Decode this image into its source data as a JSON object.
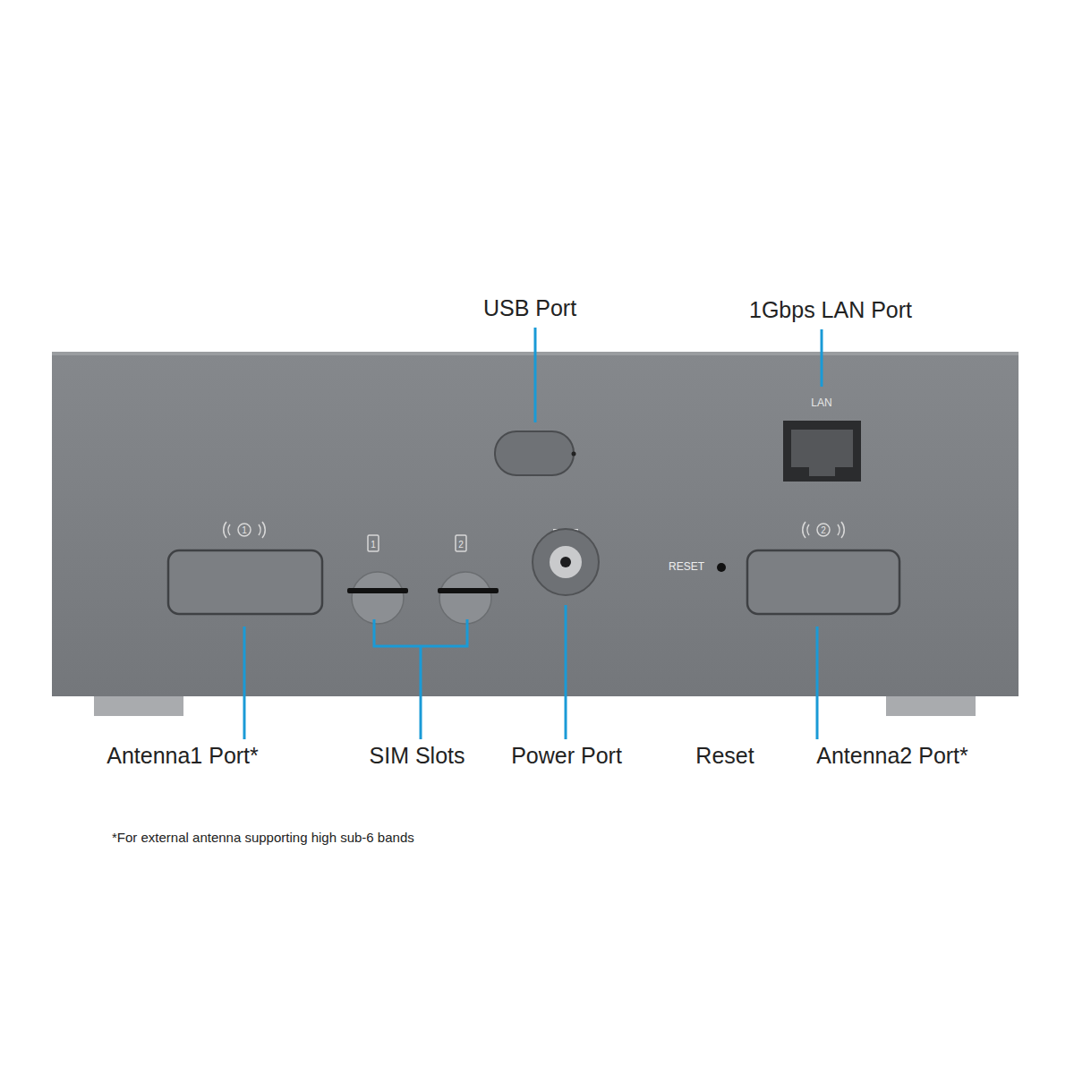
{
  "diagram": {
    "labels": [
      "USB Port",
      "1Gbps LAN Port",
      "LAN",
      "1",
      "1",
      "2",
      "RESET",
      "2",
      "Antenna1 Port*",
      "SIM Slots",
      "Power Port",
      "Reset",
      "Antenna2 Port*",
      "*For external antenna supporting high sub-6 bands"
    ]
  }
}
